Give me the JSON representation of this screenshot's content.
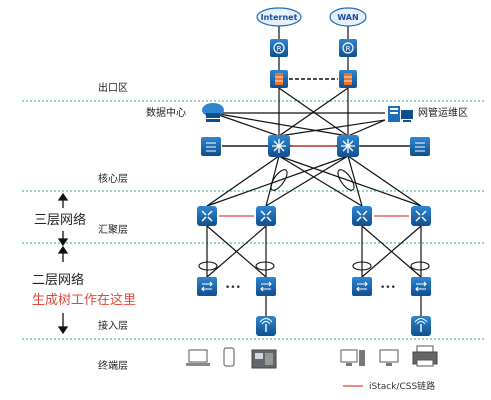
{
  "colors": {
    "device_blue": "#1c6fb8",
    "device_blue_dark": "#0f4f8f",
    "firewall_orange": "#e8742c",
    "stack_red": "#e0483a",
    "divider_green": "#3aa79a",
    "link_black": "#111111"
  },
  "clouds": {
    "internet": "Internet",
    "wan": "WAN"
  },
  "layers": {
    "egress": "出口区",
    "core": "核心层",
    "aggregation": "汇聚层",
    "access": "接入层",
    "terminal": "终端层"
  },
  "sidebar": {
    "l3_network": "三层网络",
    "l2_network": "二层网络",
    "stp_note": "生成树工作在这里"
  },
  "zones": {
    "datacenter": "数据中心",
    "netmgmt": "网管运维区"
  },
  "ellipsis": "•••",
  "legend": {
    "stack_link": "iStack/CSS链路"
  },
  "icons": {
    "router": "router-icon",
    "firewall": "firewall-icon",
    "core_switch": "core-switch-icon",
    "agg_switch": "aggregation-switch-icon",
    "access_switch": "access-switch-icon",
    "ap": "wireless-ap-icon",
    "laptop": "laptop-icon",
    "phone": "phone-icon",
    "ip_phone": "ip-phone-icon",
    "desktop": "desktop-icon",
    "printer": "printer-icon",
    "server": "server-icon"
  }
}
